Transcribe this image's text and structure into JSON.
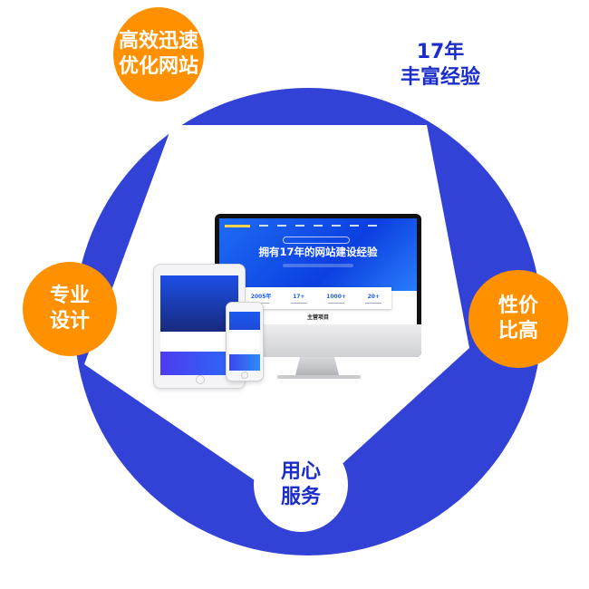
{
  "features": {
    "top_left": {
      "line1": "高效迅速",
      "line2": "优化网站"
    },
    "top_right": {
      "line1": "17年",
      "line2": "丰富经验"
    },
    "left": {
      "line1": "专业",
      "line2": "设计"
    },
    "right": {
      "line1": "性价",
      "line2": "比高"
    },
    "bottom": {
      "line1": "用心",
      "line2": "服务"
    }
  },
  "mockup": {
    "headline": "拥有17年的网站建设经验",
    "stats": [
      "2005年",
      "17+",
      "1000+",
      "20+"
    ],
    "section_title": "主营项目"
  },
  "colors": {
    "ring_blue": "#3342d6",
    "bubble_orange": "#ff9000",
    "label_blue": "#1b2ec9"
  }
}
